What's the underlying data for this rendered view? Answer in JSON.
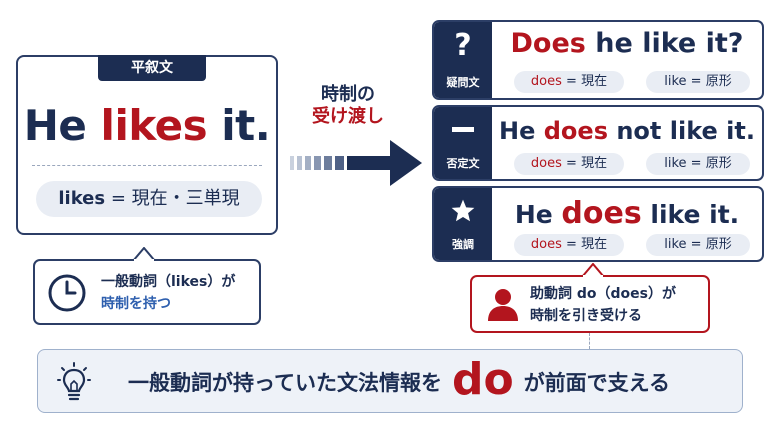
{
  "main": {
    "tag": "平叙文",
    "sentence_a": "He ",
    "sentence_verb": "likes",
    "sentence_b": " it.",
    "pill_word": "likes",
    "pill_eq": " = ",
    "pill_value": "現在・三単現"
  },
  "left_callout": {
    "line1": "一般動詞（likes）が",
    "line2": "時制を持つ"
  },
  "arrow_label": {
    "line1": "時制の",
    "line2": "受け渡し"
  },
  "cards": [
    {
      "icon": "question-icon",
      "label": "疑問文",
      "pre": "",
      "red": "Does",
      "post": " he like it?",
      "pill1_word": "does",
      "pill1_rest": " = 現在",
      "pill2": "like = 原形"
    },
    {
      "icon": "minus-icon",
      "label": "否定文",
      "pre": "He ",
      "red": "does",
      "post": " not like it.",
      "pill1_word": "does",
      "pill1_rest": " = 現在",
      "pill2": "like = 原形"
    },
    {
      "icon": "star-icon",
      "label": "強調",
      "pre": "He ",
      "red": "does",
      "post": " like it.",
      "pill1_word": "does",
      "pill1_rest": " = 現在",
      "pill2": "like = 原形"
    }
  ],
  "right_callout": {
    "line1": "助動詞 do（does）が",
    "line2": "時制を引き受ける"
  },
  "banner": {
    "pre": "一般動詞が持っていた文法情報を",
    "big": "do",
    "post": "が前面で支える"
  },
  "colors": {
    "navy": "#1c2d52",
    "red": "#b3151e",
    "pill_bg": "#e9edf4",
    "banner_bg": "#eef2f8"
  }
}
